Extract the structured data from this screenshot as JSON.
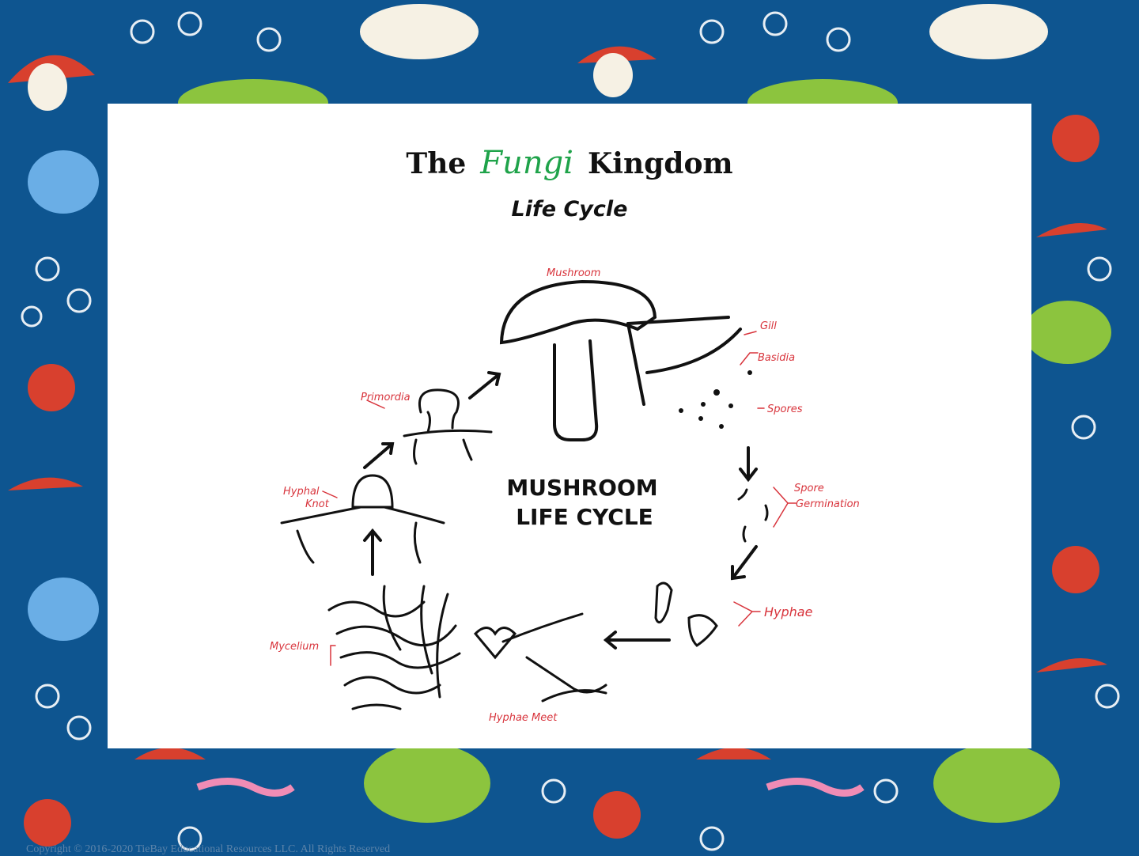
{
  "slide": {
    "title_prefix": "The",
    "title_highlight": "Fungi",
    "title_suffix": "Kingdom",
    "subtitle": "Life Cycle",
    "copyright": "Copyright © 2016-2020 TieBay Educational Resources LLC. All Rights Reserved"
  },
  "diagram": {
    "center_label_line1": "MUSHROOM",
    "center_label_line2": "LIFE CYCLE",
    "labels": {
      "mushroom": "Mushroom",
      "gill": "Gill",
      "basidia": "Basidia",
      "spores": "Spores",
      "spore_germination_1": "Spore",
      "spore_germination_2": "Germination",
      "hyphae": "Hyphae",
      "hyphae_meet": "Hyphae Meet",
      "mycelium": "Mycelium",
      "hyphal_knot_1": "Hyphal",
      "hyphal_knot_2": "Knot",
      "primordia": "Primordia"
    }
  },
  "colors": {
    "background": "#0e5590",
    "label_red": "#d8343c",
    "fungi_green": "#1fa34a"
  }
}
